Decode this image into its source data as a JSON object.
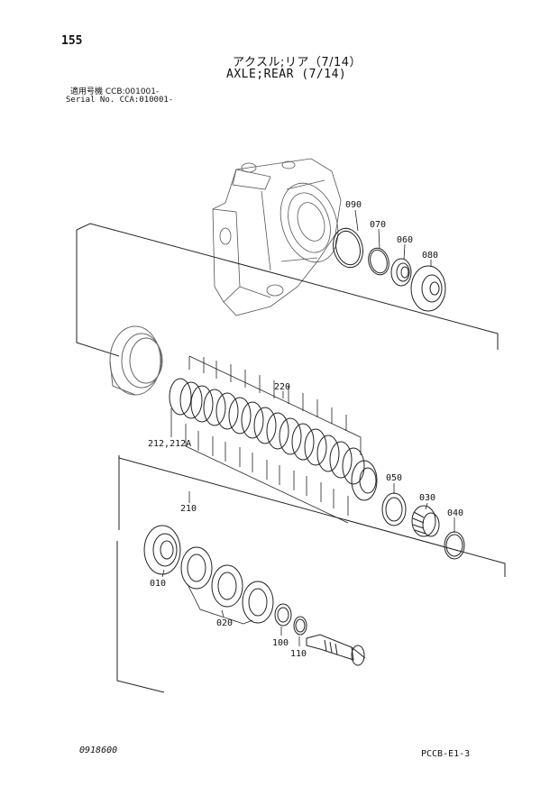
{
  "header": {
    "page_number": "155",
    "title_ja": "アクスル;リア（7/14）",
    "title_en": "AXLE;REAR (7/14)",
    "serial_ja": "適用号機 CCB:001001-",
    "serial_en": "Serial No. CCA:010001-"
  },
  "callouts": {
    "c090": "090",
    "c070": "070",
    "c060": "060",
    "c080": "080",
    "c220": "220",
    "c212": "212,212A",
    "c050": "050",
    "c030": "030",
    "c040": "040",
    "c210": "210",
    "c010": "010",
    "c020": "020",
    "c100": "100",
    "c110": "110"
  },
  "footer": {
    "doc_number": "0918600",
    "sheet_code": "PCCB-E1-3"
  }
}
